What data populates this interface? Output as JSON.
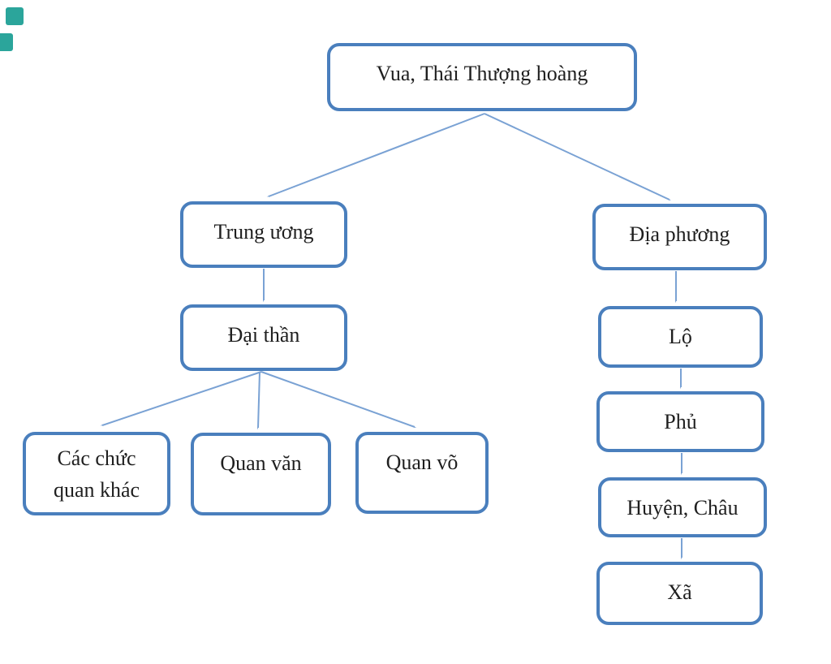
{
  "diagram": {
    "type": "org-chart",
    "description": "Administrative organization chart: royal court at top, central (Trung uong) and local (Dia phuong) branches",
    "nodes": [
      {
        "id": "root",
        "label": "Vua, Thái Thượng hoàng"
      },
      {
        "id": "trung-uong",
        "label": "Trung ương"
      },
      {
        "id": "dai-than",
        "label": "Đại thần"
      },
      {
        "id": "cac-chuc",
        "label": "Các chức quan khác"
      },
      {
        "id": "quan-van",
        "label": "Quan văn"
      },
      {
        "id": "quan-vo",
        "label": "Quan võ"
      },
      {
        "id": "dia-phuong",
        "label": "Địa phương"
      },
      {
        "id": "lo",
        "label": "Lộ"
      },
      {
        "id": "phu",
        "label": "Phủ"
      },
      {
        "id": "huyen-chau",
        "label": "Huyện, Châu"
      },
      {
        "id": "xa",
        "label": "Xã"
      }
    ],
    "edges": [
      {
        "from": "root",
        "to": "trung-uong"
      },
      {
        "from": "root",
        "to": "dia-phuong"
      },
      {
        "from": "trung-uong",
        "to": "dai-than"
      },
      {
        "from": "dai-than",
        "to": "cac-chuc"
      },
      {
        "from": "dai-than",
        "to": "quan-van"
      },
      {
        "from": "dai-than",
        "to": "quan-vo"
      },
      {
        "from": "dia-phuong",
        "to": "lo"
      },
      {
        "from": "lo",
        "to": "phu"
      },
      {
        "from": "phu",
        "to": "huyen-chau"
      },
      {
        "from": "huyen-chau",
        "to": "xa"
      }
    ],
    "colors": {
      "box_border": "#4a7fbd",
      "arrow": "#7aa2d4",
      "text": "#1f1f1f",
      "background": "#ffffff",
      "corner_artifact": "#2ba59b"
    }
  }
}
